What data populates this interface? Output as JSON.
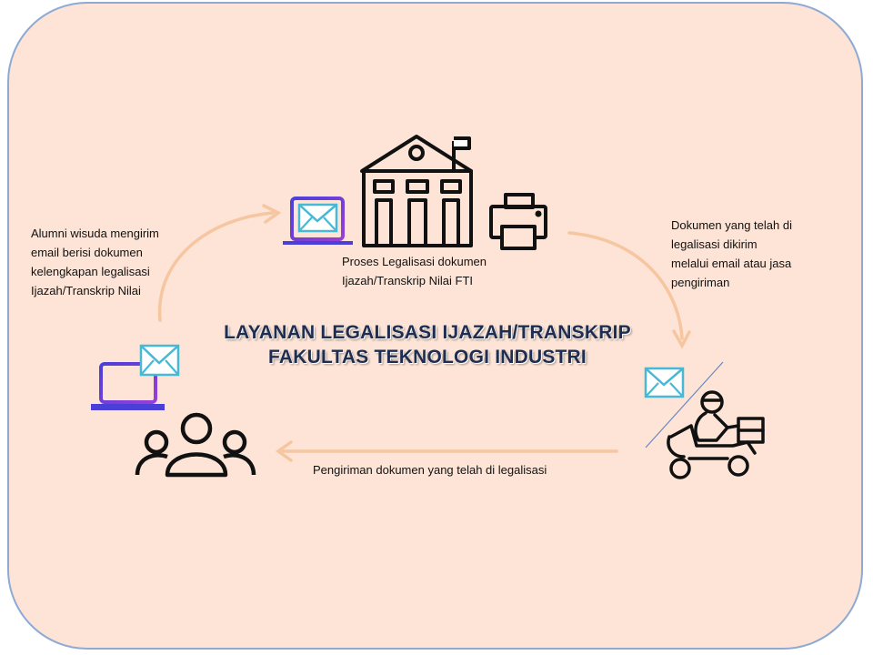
{
  "title": {
    "line1": "LAYANAN LEGALISASI IJAZAH/TRANSKRIP",
    "line2": "FAKULTAS TEKNOLOGI INDUSTRI"
  },
  "steps": {
    "alumni_send": "Alumni  wisuda mengirim\nemail berisi dokumen\nkelengkapan legalisasi\nIjazah/Transkrip Nilai",
    "process": "Proses Legalisasi dokumen\nIjazah/Transkrip Nilai FTI",
    "delivery_method": "Dokumen  yang telah di\nlegalisasi dikirim\nmelalui email atau jasa\npengiriman",
    "return": "Pengiriman dokumen  yang telah di legalisasi"
  },
  "icons": [
    "laptop-icon",
    "email-icon",
    "building-icon",
    "printer-icon",
    "courier-scooter-icon",
    "people-group-icon"
  ],
  "colors": {
    "background": "#fde4d6",
    "border": "#8eaad4",
    "arrow": "#f6c6a0",
    "laptop_outer": "#4b3fd8",
    "laptop_inner": "#9a3ed6",
    "email": "#47b8d6",
    "title": "#1f2d50"
  }
}
